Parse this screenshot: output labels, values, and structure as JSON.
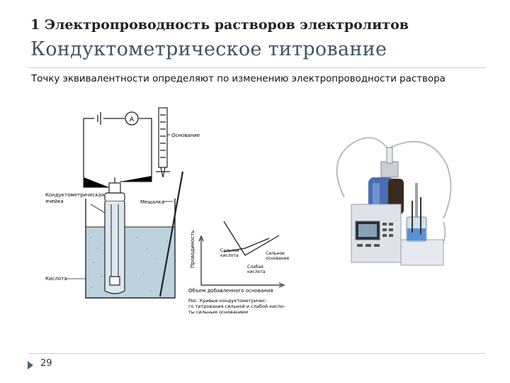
{
  "header": {
    "subtitle": "1 Электропроводность растворов электролитов",
    "title": "Кондуктометрическое титрование"
  },
  "content": {
    "description": "Точку эквивалентности определяют по изменению электропроводности раствора"
  },
  "apparatus": {
    "ammeter": "A",
    "base_label": "Основание",
    "cell_label_1": "Кондуктометрическая",
    "cell_label_2": "ячейка",
    "stirrer_label": "Мешалка",
    "acid_label": "Кислота"
  },
  "graph": {
    "ylabel": "Проводимость",
    "xlabel": "Объем добавленного основания",
    "strong_acid_1": "Сильная",
    "strong_acid_2": "кислота",
    "strong_base_1": "Сильное",
    "strong_base_2": "основание",
    "weak_acid_1": "Слабая",
    "weak_acid_2": "кислота",
    "caption_1": "Рис.  Кривые кондуктометричес-",
    "caption_2": "го титрования сильной и слабой кисло-",
    "caption_3": "ты сильным основанием"
  },
  "footer": {
    "page_number": "29"
  },
  "colors": {
    "title": "#3d5564",
    "liquid": "#8ab0c4",
    "device": "#dfe3e8"
  }
}
